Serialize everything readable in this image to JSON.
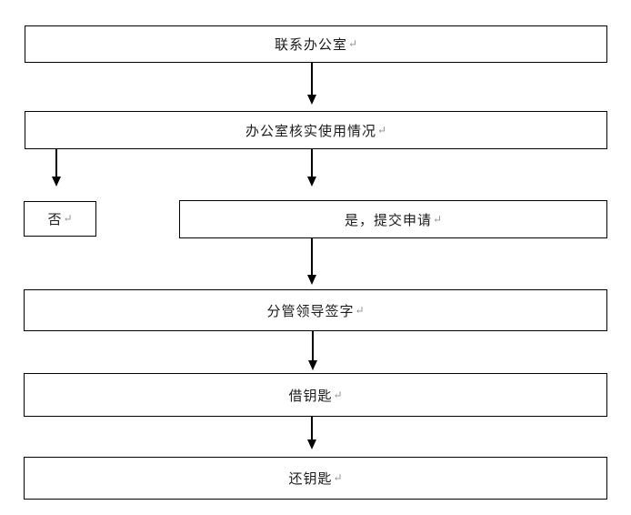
{
  "flowchart": {
    "title_hint": "key borrowing process flowchart",
    "return_mark": "↵",
    "colors": {
      "line": "#000000",
      "box_border": "#000000",
      "text": "#1c1c1c",
      "paragraph_mark": "#8f8f8f",
      "background": "#ffffff"
    },
    "nodes": [
      {
        "id": "contact",
        "label": "联系办公室"
      },
      {
        "id": "verify",
        "label": "办公室核实使用情况"
      },
      {
        "id": "no",
        "label": "否"
      },
      {
        "id": "yes",
        "label": "是，提交申请"
      },
      {
        "id": "sign",
        "label": "分管领导签字"
      },
      {
        "id": "borrow",
        "label": "借钥匙"
      },
      {
        "id": "return",
        "label": "还钥匙"
      }
    ],
    "edges": [
      {
        "from": "联系办公室",
        "to": "办公室核实使用情况"
      },
      {
        "from": "办公室核实使用情况",
        "to": "否",
        "branch": "left"
      },
      {
        "from": "办公室核实使用情况",
        "to": "是，提交申请",
        "branch": "center"
      },
      {
        "from": "是，提交申请",
        "to": "分管领导签字"
      },
      {
        "from": "分管领导签字",
        "to": "借钥匙"
      },
      {
        "from": "借钥匙",
        "to": "还钥匙"
      }
    ]
  }
}
